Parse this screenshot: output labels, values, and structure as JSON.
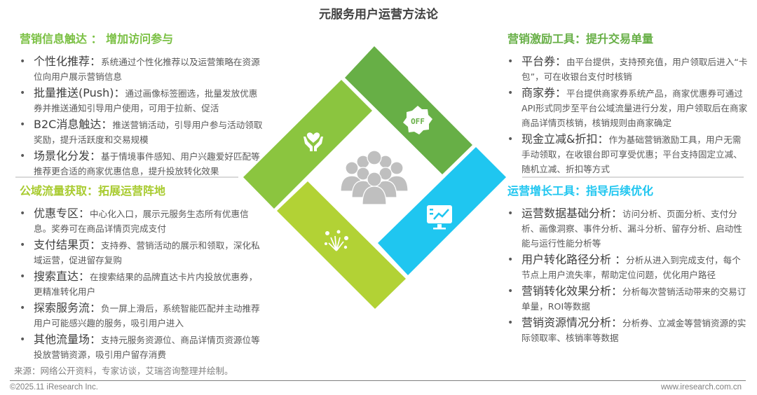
{
  "title": "元服务用户运营方法论",
  "colors": {
    "green_dark": "#67AF46",
    "green": "#8BC53F",
    "yellow_green": "#B2D235",
    "blue": "#1FC6F0",
    "people": "#BFBFBF"
  },
  "center_icons": [
    "heart-hands-icon",
    "off-badge-icon",
    "fireworks-icon",
    "analytics-monitor-icon",
    "people-group-icon"
  ],
  "off_badge_text": "OFF",
  "sections": {
    "touch": {
      "heading": "营销信息触达 ： 增加访问参与",
      "items": [
        {
          "label": "个性化推荐：",
          "desc": "系统通过个性化推荐以及运营策略在资源位向用户展示营销信息"
        },
        {
          "label": "批量推送(Push)：",
          "desc": "通过画像标签圈选，批量发放优惠券并推送通知引导用户使用，可用于拉新、促活"
        },
        {
          "label": "B2C消息触达：",
          "desc": "推送营销活动，引导用户参与活动领取奖励，提升活跃度和交易规模"
        },
        {
          "label": "场景化分发：",
          "desc": "基于情境事件感知、用户兴趣爱好匹配等推荐更合适的商家优惠信息，提升投放转化效果"
        }
      ]
    },
    "traffic": {
      "heading": "公域流量获取：拓展运营阵地",
      "items": [
        {
          "label": "优惠专区：",
          "desc": "中心化入口，展示元服务生态所有优惠信息。奖券可在商品详情页完成支付"
        },
        {
          "label": "支付结果页：",
          "desc": "支持券、营销活动的展示和领取，深化私域运营，促进留存复购"
        },
        {
          "label": "搜索直达：",
          "desc": "在搜索结果的品牌直达卡片内投放优惠券，更精准转化用户"
        },
        {
          "label": "探索服务流：",
          "desc": "负一屏上滑后，系统智能匹配并主动推荐用户可能感兴趣的服务，吸引用户进入"
        },
        {
          "label": "其他流量场：",
          "desc": "支持元服务资源位、商品详情页资源位等投放营销资源，吸引用户留存消费"
        }
      ]
    },
    "incentive": {
      "heading": "营销激励工具：提升交易单量",
      "items": [
        {
          "label": "平台券：",
          "desc": "由平台提供，支持预充值，用户领取后进入“卡包”，可在收银台支付时核销"
        },
        {
          "label": "商家券：",
          "desc": "平台提供商家券系统产品，商家优惠券可通过API形式同步至平台公域流量进行分发，用户领取后在商家商品详情页核销，核销规则由商家确定"
        },
        {
          "label": "现金立减&折扣：",
          "desc": "作为基础营销激励工具，用户无需手动领取，在收银台即可享受优惠；平台支持固定立减、随机立减、折扣等方式"
        }
      ]
    },
    "growth": {
      "heading": "运营增长工具：指导后续优化",
      "items": [
        {
          "label": "运营数据基础分析：",
          "desc": "访问分析、页面分析、支付分析、画像洞察、事件分析、漏斗分析、留存分析、启动性能与运行性能分析等"
        },
        {
          "label": "用户转化路径分析 ：",
          "desc": "分析从进入到完成支付，每个节点上用户流失率，帮助定位问题，优化用户路径"
        },
        {
          "label": "营销转化效果分析：",
          "desc": "分析每次营销活动带来的交易订单量，ROI等数据"
        },
        {
          "label": "营销资源情况分析：",
          "desc": "分析券、立减金等营销资源的实际领取率、核销率等数据"
        }
      ]
    }
  },
  "source": "来源：网络公开资料，专家访谈，艾瑞咨询整理并绘制。",
  "footer": {
    "copyright": "©2025.11 iResearch Inc.",
    "website": "www.iresearch.com.cn"
  }
}
